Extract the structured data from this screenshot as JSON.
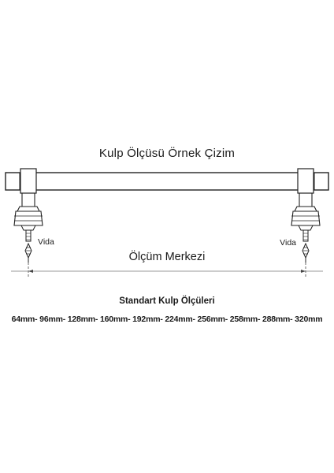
{
  "diagram": {
    "title": "Kulp Ölçüsü Örnek Çizim",
    "screw_label_left": "Vida",
    "screw_label_right": "Vida",
    "measure_label": "Ölçüm Merkezi"
  },
  "sizes_section": {
    "title": "Standart Kulp Ölçüleri",
    "sizes_text": "64mm- 96mm- 128mm- 160mm- 192mm- 224mm- 256mm- 258mm- 288mm- 320mm"
  }
}
